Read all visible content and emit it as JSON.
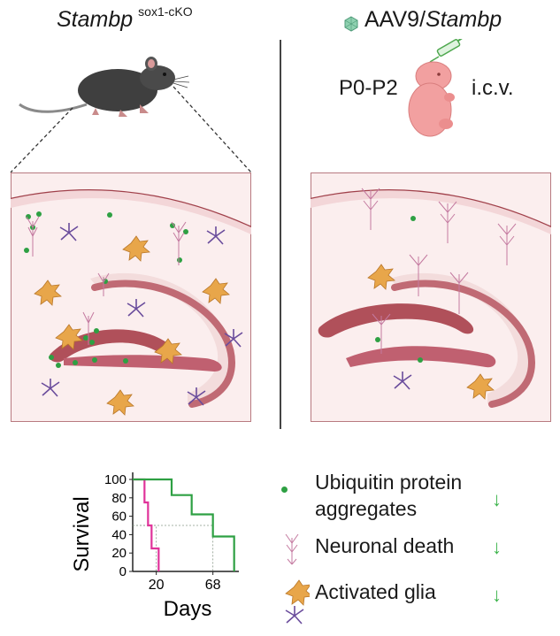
{
  "left_title": {
    "gene": "Stambp",
    "superscript": "sox1-cKO"
  },
  "right_title": {
    "gene_prefix": "AAV9/",
    "gene": "Stambp"
  },
  "injection": {
    "age": "P0-P2",
    "route": "i.c.v."
  },
  "colors": {
    "aggregate": "#2ea043",
    "neuron": "#c47aa0",
    "activated_glia": "#e8a64a",
    "microglia": "#6a4c9c",
    "hippocampus": "#b0505a",
    "tissue": "#fbeeee",
    "ko_line": "#e0339a",
    "rescue_line": "#2ea043",
    "down_arrow": "#3cb44b"
  },
  "chart_data": {
    "type": "line",
    "subtype": "kaplan-meier",
    "title": "",
    "xlabel": "Days",
    "ylabel": "Survival",
    "ylim": [
      0,
      100
    ],
    "yticks": [
      "0",
      "20",
      "40",
      "60",
      "80",
      "100"
    ],
    "xticks": [
      "20",
      "68"
    ],
    "series": [
      {
        "color": "#e0339a",
        "x": [
          0,
          10,
          10,
          13,
          13,
          16,
          16,
          22,
          22
        ],
        "y": [
          100,
          100,
          75,
          75,
          50,
          50,
          25,
          25,
          0
        ]
      },
      {
        "color": "#2ea043",
        "x": [
          0,
          12,
          12,
          33,
          33,
          50,
          50,
          68,
          68,
          86,
          86
        ],
        "y": [
          100,
          100,
          100,
          100,
          83,
          83,
          62,
          62,
          38,
          38,
          0
        ]
      }
    ],
    "median_lines": [
      20,
      68
    ]
  },
  "legend": {
    "items": [
      {
        "label": "Ubiquitin protein aggregates",
        "icon": "dot-icon",
        "arrow": "↓"
      },
      {
        "label": "Neuronal death",
        "icon": "neuron-icon",
        "arrow": "↓"
      },
      {
        "label": "Activated glia",
        "icon": "glia-icon",
        "arrow": "↓"
      }
    ]
  }
}
